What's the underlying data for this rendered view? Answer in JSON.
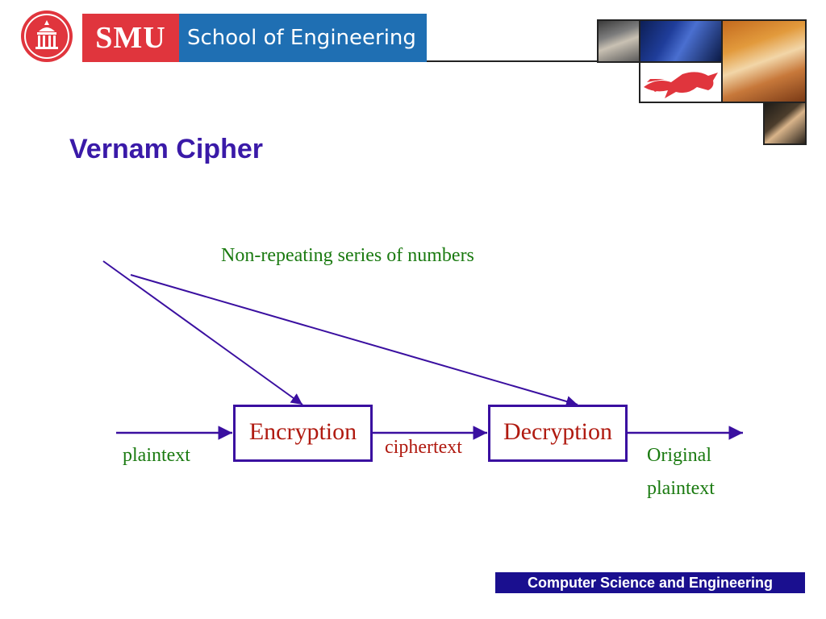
{
  "header": {
    "brand_short": "SMU",
    "brand_long": "School of Engineering"
  },
  "slide": {
    "title": "Vernam Cipher"
  },
  "diagram": {
    "key_label": "Non-repeating series of numbers",
    "input_label": "plaintext",
    "encrypt_label": "Encryption",
    "intermediate_label": "ciphertext",
    "decrypt_label": "Decryption",
    "output_label_line1": "Original",
    "output_label_line2": "plaintext"
  },
  "footer": {
    "text": "Computer Science and Engineering"
  },
  "colors": {
    "title": "#3a1aa8",
    "box_border": "#3a0fa0",
    "arrow": "#3a0fa0",
    "green_text": "#1a7a10",
    "red_text": "#b01a10",
    "smu_red": "#e0353d",
    "smu_blue": "#1f6fb3",
    "footer_bg": "#1a0f8f"
  }
}
